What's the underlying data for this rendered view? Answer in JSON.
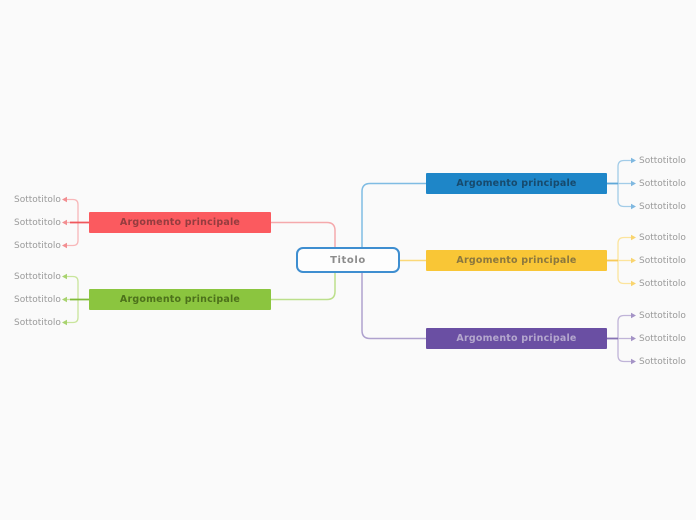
{
  "canvas": {
    "background": "#FAFAFA"
  },
  "root": {
    "label": "Titolo",
    "border_color": "#3E8ED0",
    "fill": "#FDFDFD",
    "text_color": "#8C8C8C"
  },
  "subtopic_label_color": "#9A9A9A",
  "branches": [
    {
      "name": "topic-red",
      "label": "Argomento principale",
      "side": "left",
      "fill": "#FB5A5F",
      "text_color": "#943C3F",
      "branch_line_color": "#F8B7B9",
      "link_color": "#F5A9AC",
      "stub_color": "#EF575C",
      "arrow_color": "#F28E91",
      "children": [
        "Sottotitolo",
        "Sottotitolo",
        "Sottotitolo"
      ]
    },
    {
      "name": "topic-green",
      "label": "Argomento principale",
      "side": "left",
      "fill": "#8BC53F",
      "text_color": "#4C711B",
      "branch_line_color": "#C9E59C",
      "link_color": "#BCDF8B",
      "stub_color": "#7FBA38",
      "arrow_color": "#A8D36F",
      "children": [
        "Sottotitolo",
        "Sottotitolo",
        "Sottotitolo"
      ]
    },
    {
      "name": "topic-blue",
      "label": "Argomento principale",
      "side": "right",
      "fill": "#1E86C8",
      "text_color": "#174A6D",
      "branch_line_color": "#A2CCE8",
      "link_color": "#7FBCE3",
      "stub_color": "#5FA8D8",
      "arrow_color": "#7FB8E0",
      "children": [
        "Sottotitolo",
        "Sottotitolo",
        "Sottotitolo"
      ]
    },
    {
      "name": "topic-yellow",
      "label": "Argomento principale",
      "side": "right",
      "fill": "#F9C636",
      "text_color": "#8B773E",
      "branch_line_color": "#FCE49C",
      "link_color": "#FBD878",
      "stub_color": "#F8CA57",
      "arrow_color": "#F9D46E",
      "children": [
        "Sottotitolo",
        "Sottotitolo",
        "Sottotitolo"
      ]
    },
    {
      "name": "topic-purple",
      "label": "Argomento principale",
      "side": "right",
      "fill": "#6A4FA3",
      "text_color": "#B4A7CD",
      "branch_line_color": "#C0B4D8",
      "link_color": "#AFA2CE",
      "stub_color": "#8672B4",
      "arrow_color": "#A493C6",
      "children": [
        "Sottotitolo",
        "Sottotitolo",
        "Sottotitolo"
      ]
    }
  ]
}
